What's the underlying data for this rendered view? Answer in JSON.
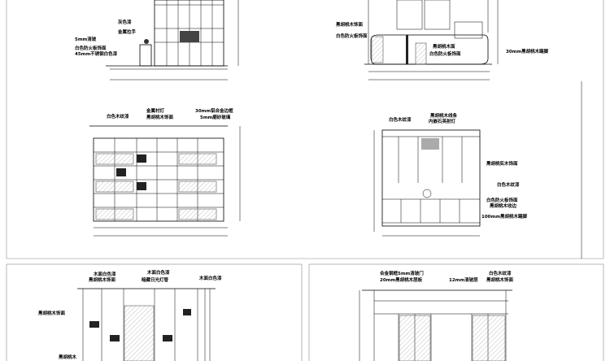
{
  "drawing": {
    "top_left_elevation": {
      "labels": [
        "灰色漆",
        "金属拉手",
        "5mm清玻",
        "白色防火板饰面",
        "45mm不锈钢白色漆"
      ]
    },
    "top_right_elevation": {
      "labels": [
        "黑胡桃木饰面",
        "白色防火板饰面",
        "黑胡桃木面",
        "白色防火板饰面",
        "30mm黑胡桃木踢脚"
      ]
    },
    "middle_left_elevation": {
      "labels": [
        "白色木纹漆",
        "金属衬灯",
        "黑胡桃木饰面",
        "30mm铝合金边框",
        "5mm磨砂玻璃"
      ]
    },
    "middle_right_elevation": {
      "labels": [
        "白色木纹漆",
        "黑胡桃木线条",
        "内嵌石英射灯",
        "黑胡桃实木饰面",
        "白色木纹漆",
        "白色防火板饰面",
        "黑胡桃木收边",
        "100mm黑胡桃木踢脚"
      ]
    },
    "bottom_left_elevation": {
      "labels": [
        "木面白色漆",
        "黑胡桃木饰面",
        "木面白色漆",
        "暗藏日光灯管",
        "木面白色漆",
        "黑胡桃木饰面",
        "黑胡桃木"
      ]
    },
    "bottom_right_elevation": {
      "labels": [
        "合金钢框5mm清玻门",
        "20mm黑胡桃木层板",
        "12mm清玻层",
        "白色木纹漆",
        "黑胡桃木饰面"
      ]
    }
  }
}
